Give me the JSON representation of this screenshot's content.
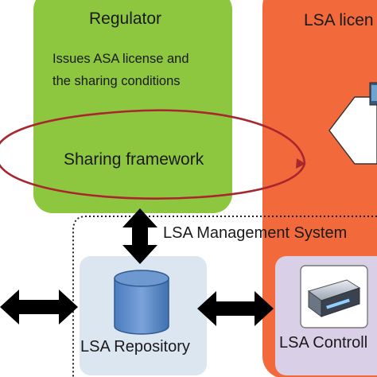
{
  "regulator": {
    "title": "Regulator",
    "description_line1": "Issues ASA license and",
    "description_line2": "the sharing conditions",
    "fill": "#8dc63f"
  },
  "licensee": {
    "title": "LSA licen",
    "fill": "#f26a3b"
  },
  "sharing_framework": {
    "label": "Sharing framework",
    "ring_color": "#a8262e"
  },
  "management_system": {
    "label": "LSA Management System"
  },
  "repository": {
    "label": "LSA Repository",
    "fill": "#dbe6f1",
    "icon": "database-cylinder-icon",
    "icon_color": "#4f81bd"
  },
  "controller": {
    "label": "LSA Controll",
    "fill": "#d9cfe6",
    "icon": "server-box-icon"
  }
}
